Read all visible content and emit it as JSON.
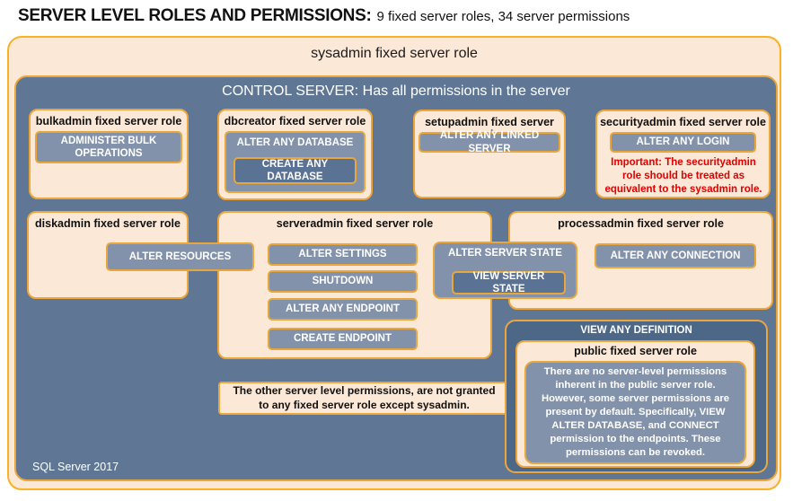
{
  "title": {
    "main": "SERVER LEVEL ROLES AND PERMISSIONS:",
    "subtitle": "9 fixed server roles, 34 server permissions"
  },
  "sysadmin": {
    "label": "sysadmin fixed server role"
  },
  "control_server": {
    "label": "CONTROL SERVER: Has all permissions in the server"
  },
  "footer": {
    "label": "SQL Server 2017"
  },
  "roles": {
    "bulkadmin": {
      "title": "bulkadmin fixed server role",
      "permission": "ADMINISTER BULK OPERATIONS"
    },
    "dbcreator": {
      "title": "dbcreator fixed server role",
      "permission_outer": "ALTER ANY DATABASE",
      "permission_nested": "CREATE ANY DATABASE"
    },
    "setupadmin": {
      "title": "setupadmin fixed server role",
      "permission": "ALTER ANY LINKED SERVER"
    },
    "securityadmin": {
      "title": "securityadmin fixed server role",
      "permission": "ALTER ANY LOGIN",
      "warning": "Important: The securityadmin role should be treated as equivalent to the sysadmin role."
    },
    "diskadmin": {
      "title": "diskadmin fixed server role",
      "permission": "ALTER RESOURCES"
    },
    "serveradmin": {
      "title": "serveradmin fixed server role",
      "permissions": [
        "ALTER SETTINGS",
        "SHUTDOWN",
        "ALTER ANY ENDPOINT",
        "CREATE ENDPOINT"
      ],
      "shared_permission_outer": "ALTER SERVER STATE",
      "shared_permission_nested": "VIEW SERVER STATE"
    },
    "processadmin": {
      "title": "processadmin fixed server role",
      "permission": "ALTER ANY CONNECTION"
    },
    "public": {
      "group_label": "VIEW ANY DEFINITION",
      "title": "public fixed server role",
      "description": "There are no server-level permissions inherent in the public server role. However, some server permissions are present by default. Specifically, VIEW ALTER DATABASE, and CONNECT permission to the endpoints. These permissions can be revoked."
    }
  },
  "note": {
    "text": "The other server level permissions, are not granted to any fixed server role except sysadmin."
  },
  "colors": {
    "background_slate": "#5f7795",
    "panel_peach": "#fbe8d7",
    "permission_gray": "#8392ab",
    "permission_dark": "#5a7294",
    "definition_dark": "#4d6787",
    "border_gold": "#eda63b",
    "outer_border_gold": "#fbb124",
    "warning_red": "#e00000"
  }
}
